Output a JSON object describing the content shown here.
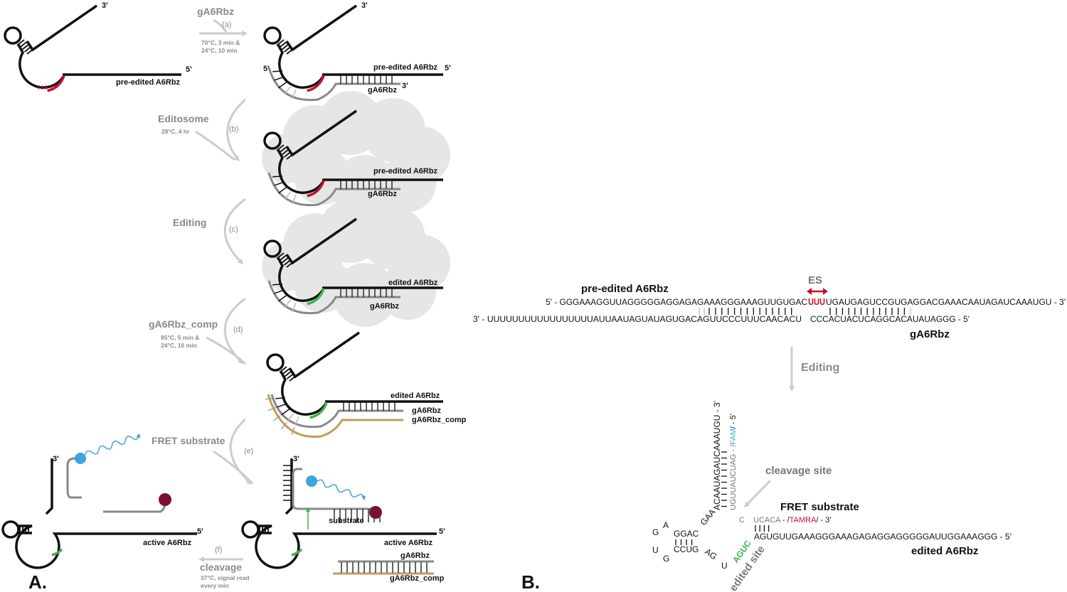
{
  "colors": {
    "black": "#111111",
    "grey_strand": "#888888",
    "arrow": "#cccccc",
    "edit_red": "#c8102e",
    "edited_green": "#3cb44b",
    "comp_tan": "#c49a5a",
    "fam_blue": "#3aa6dd",
    "quencher": "#7a1030",
    "cloud": "#e6e6e6"
  },
  "panel_a": {
    "label": "A.",
    "primes": {
      "p3": "3'",
      "p5": "5'"
    },
    "uuu": "UUU",
    "constructs": {
      "pre_edited": "pre-edited A6Rbz",
      "edited": "edited A6Rbz",
      "gA6Rbz": "gA6Rbz",
      "gA6Rbz_comp": "gA6Rbz_comp",
      "active": "active A6Rbz",
      "substrate": "substrate"
    },
    "steps": [
      {
        "letter": "(a)",
        "name": "gA6Rbz",
        "conditions": [
          "70°C, 3 min &",
          "24°C, 10 min"
        ]
      },
      {
        "letter": "(b)",
        "name": "Editosome",
        "conditions": [
          "28°C, 4 hr"
        ]
      },
      {
        "letter": "(c)",
        "name": "Editing",
        "conditions": []
      },
      {
        "letter": "(d)",
        "name": "gA6Rbz_comp",
        "conditions": [
          "85°C, 5 min &",
          "24°C, 10 min"
        ]
      },
      {
        "letter": "(e)",
        "name": "FRET substrate",
        "conditions": []
      },
      {
        "letter": "(f)",
        "name": "cleavage",
        "conditions": [
          "37°C, signal read",
          "every min"
        ]
      }
    ]
  },
  "panel_b": {
    "label": "B.",
    "pre_edited_title": "pre-edited A6Rbz",
    "es_label": "ES",
    "top_strand": {
      "left": "5' - GGGAAAGGUUAGGGGGAGGAGAGAAAGGGAAAGUUGUGAC",
      "edit": "UUU",
      "right": "UGAUGAGUCCGUGAGGACGAAACAAUAGAUCAAAUGU - 3'"
    },
    "bottom_strand": {
      "left": "3' - UUUUUUUUUUUUUUUUUAUUAAUAGUAUAGUGACAGUUCCCUUUCAACACU",
      "right": "CCCACUACUCAGGCACAUAUAGGG - 5'"
    },
    "guide_title": "gA6Rbz",
    "editing_label": "Editing",
    "ribozyme": {
      "stem_top": "ACAAUAGAUCAAAUGU - 3'",
      "substrate_vertical": "UGUUAUCUAG - /",
      "fam": "FAM",
      "fam_end": "/ - 5'",
      "cleavage_site": "cleavage site",
      "fret_substrate": "FRET substrate",
      "c": "C",
      "substrate_h": "UCACA",
      "dash": " - /",
      "tamra": "TAMRA",
      "tamra_end": "/ - 3'",
      "edited_strand": "AGUGUUGAAAGGGAAAGAGAGGAGGGGGAUUGGAAAGGG - 5'",
      "edited_title": "edited A6Rbz",
      "gaa": "GAA",
      "a": "A",
      "g1": "G",
      "u1": "U",
      "g2": "G",
      "ggac": "GGAC",
      "ccug": "CCUG",
      "ag": "AG",
      "u2": "U",
      "agcu": "AGUC",
      "edited_site": "edited site"
    }
  }
}
